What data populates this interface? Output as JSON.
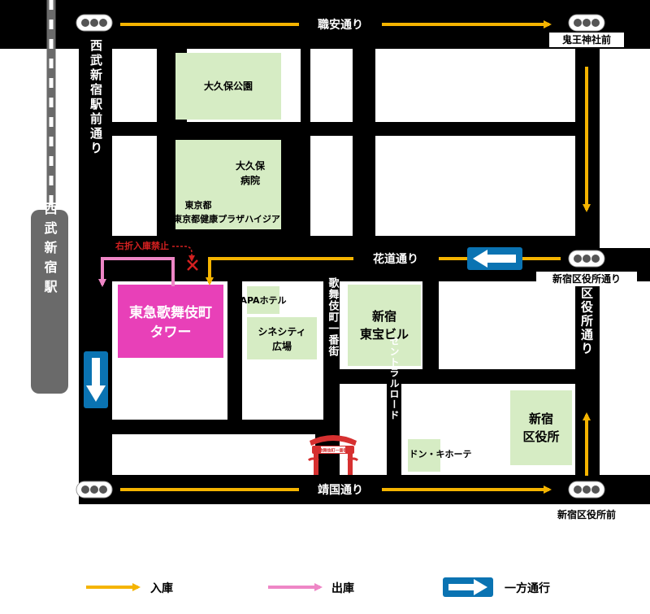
{
  "colors": {
    "road": "#000000",
    "block": "#ffffff",
    "park": "#d6ecc4",
    "station": "#6a6a6a",
    "entry_arrow": "#f5b400",
    "exit_arrow": "#ee86c6",
    "one_way": "#0a73b2",
    "highlight": "#e840b8",
    "warning": "#d42020",
    "gate": "#d63030"
  },
  "roads": {
    "top": "職安通り",
    "middle": "花道通り",
    "bottom": "靖国通り",
    "left": "西武新宿駅前通り",
    "right": "区役所通り",
    "kabukicho_street": "歌舞伎町一番街",
    "central_road": "セントラルロード"
  },
  "station": "西武新宿駅",
  "intersections": {
    "onigami": "鬼王神社前",
    "ward_office_road": "新宿区役所通り",
    "ward_office_front": "新宿区役所前"
  },
  "buildings": {
    "okubo_park": "大久保公園",
    "okubo_hospital": "大久保病院",
    "tokyo_plaza": "東京都健康プラザハイジア",
    "tokyu_tower": "東急歌舞伎町タワー",
    "apa_hotel": "APAホテル",
    "cinecity": "シネシティ広場",
    "toho_building": "新宿東宝ビル",
    "don_quijote": "ドン・キホーテ",
    "ward_office": "新宿区役所",
    "gate_sign": "歌舞伎町一番街"
  },
  "notes": {
    "no_right_turn": "右折入庫禁止"
  },
  "legend": {
    "entry": "入庫",
    "exit": "出庫",
    "one_way": "一方通行"
  },
  "icons": {
    "traffic_light": "traffic-light-icon",
    "one_way": "one-way-arrow-icon",
    "no_entry": "x-mark-icon",
    "gate": "torii-gate-icon"
  }
}
